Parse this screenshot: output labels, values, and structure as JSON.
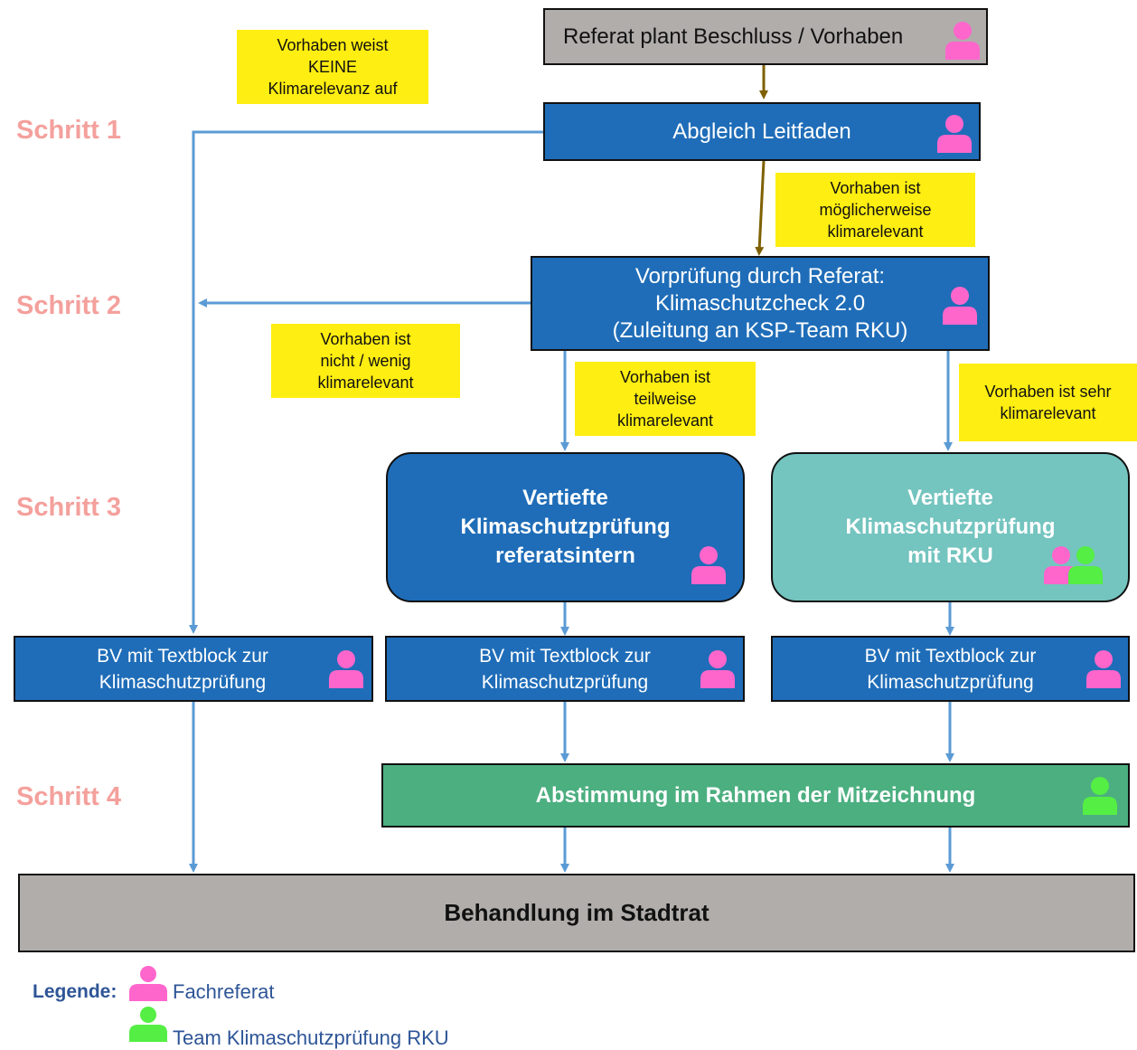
{
  "steps": [
    "Schritt 1",
    "Schritt 2",
    "Schritt 3",
    "Schritt 4"
  ],
  "nodes": {
    "start": "Referat plant Beschluss / Vorhaben",
    "abgleich": "Abgleich Leitfaden",
    "vorpruefung": "Vorprüfung durch Referat:\nKlimaschutzcheck 2.0\n(Zuleitung an KSP-Team RKU)",
    "vertiefte_intern": "Vertiefte\nKlimaschutzprüfung\nreferatsintern",
    "vertiefte_rku": "Vertiefte\nKlimaschutzprüfung\nmit RKU",
    "bv_left": "BV mit Textblock zur\nKlimaschutzprüfung",
    "bv_mid": "BV mit Textblock zur\nKlimaschutzprüfung",
    "bv_right": "BV mit Textblock zur\nKlimaschutzprüfung",
    "abstimmung": "Abstimmung im Rahmen der Mitzeichnung",
    "stadtrat": "Behandlung im Stadtrat"
  },
  "notes": {
    "keine": "Vorhaben weist\nKEINE\nKlimarelevanz auf",
    "moeglich": "Vorhaben ist\nmöglicherweise\nklimarelevant",
    "wenig": "Vorhaben ist\nnicht / wenig\nklimarelevant",
    "teilweise": "Vorhaben ist\nteilweise\nklimarelevant",
    "sehr": "Vorhaben ist sehr\nklimarelevant"
  },
  "legend": {
    "title": "Legende:",
    "fachreferat": "Fachreferat",
    "team": "Team Klimaschutzprüfung RKU"
  },
  "colors": {
    "blue": "#1f6db8",
    "teal": "#74c4bf",
    "green": "#4caf80",
    "gray": "#b1adab",
    "yellow": "#ffee11",
    "pink_person": "#ff66cc",
    "green_person": "#55ee44",
    "step_text": "#f4a09c",
    "arrow_blue": "#5b9bd5",
    "arrow_brown": "#7f6000"
  }
}
